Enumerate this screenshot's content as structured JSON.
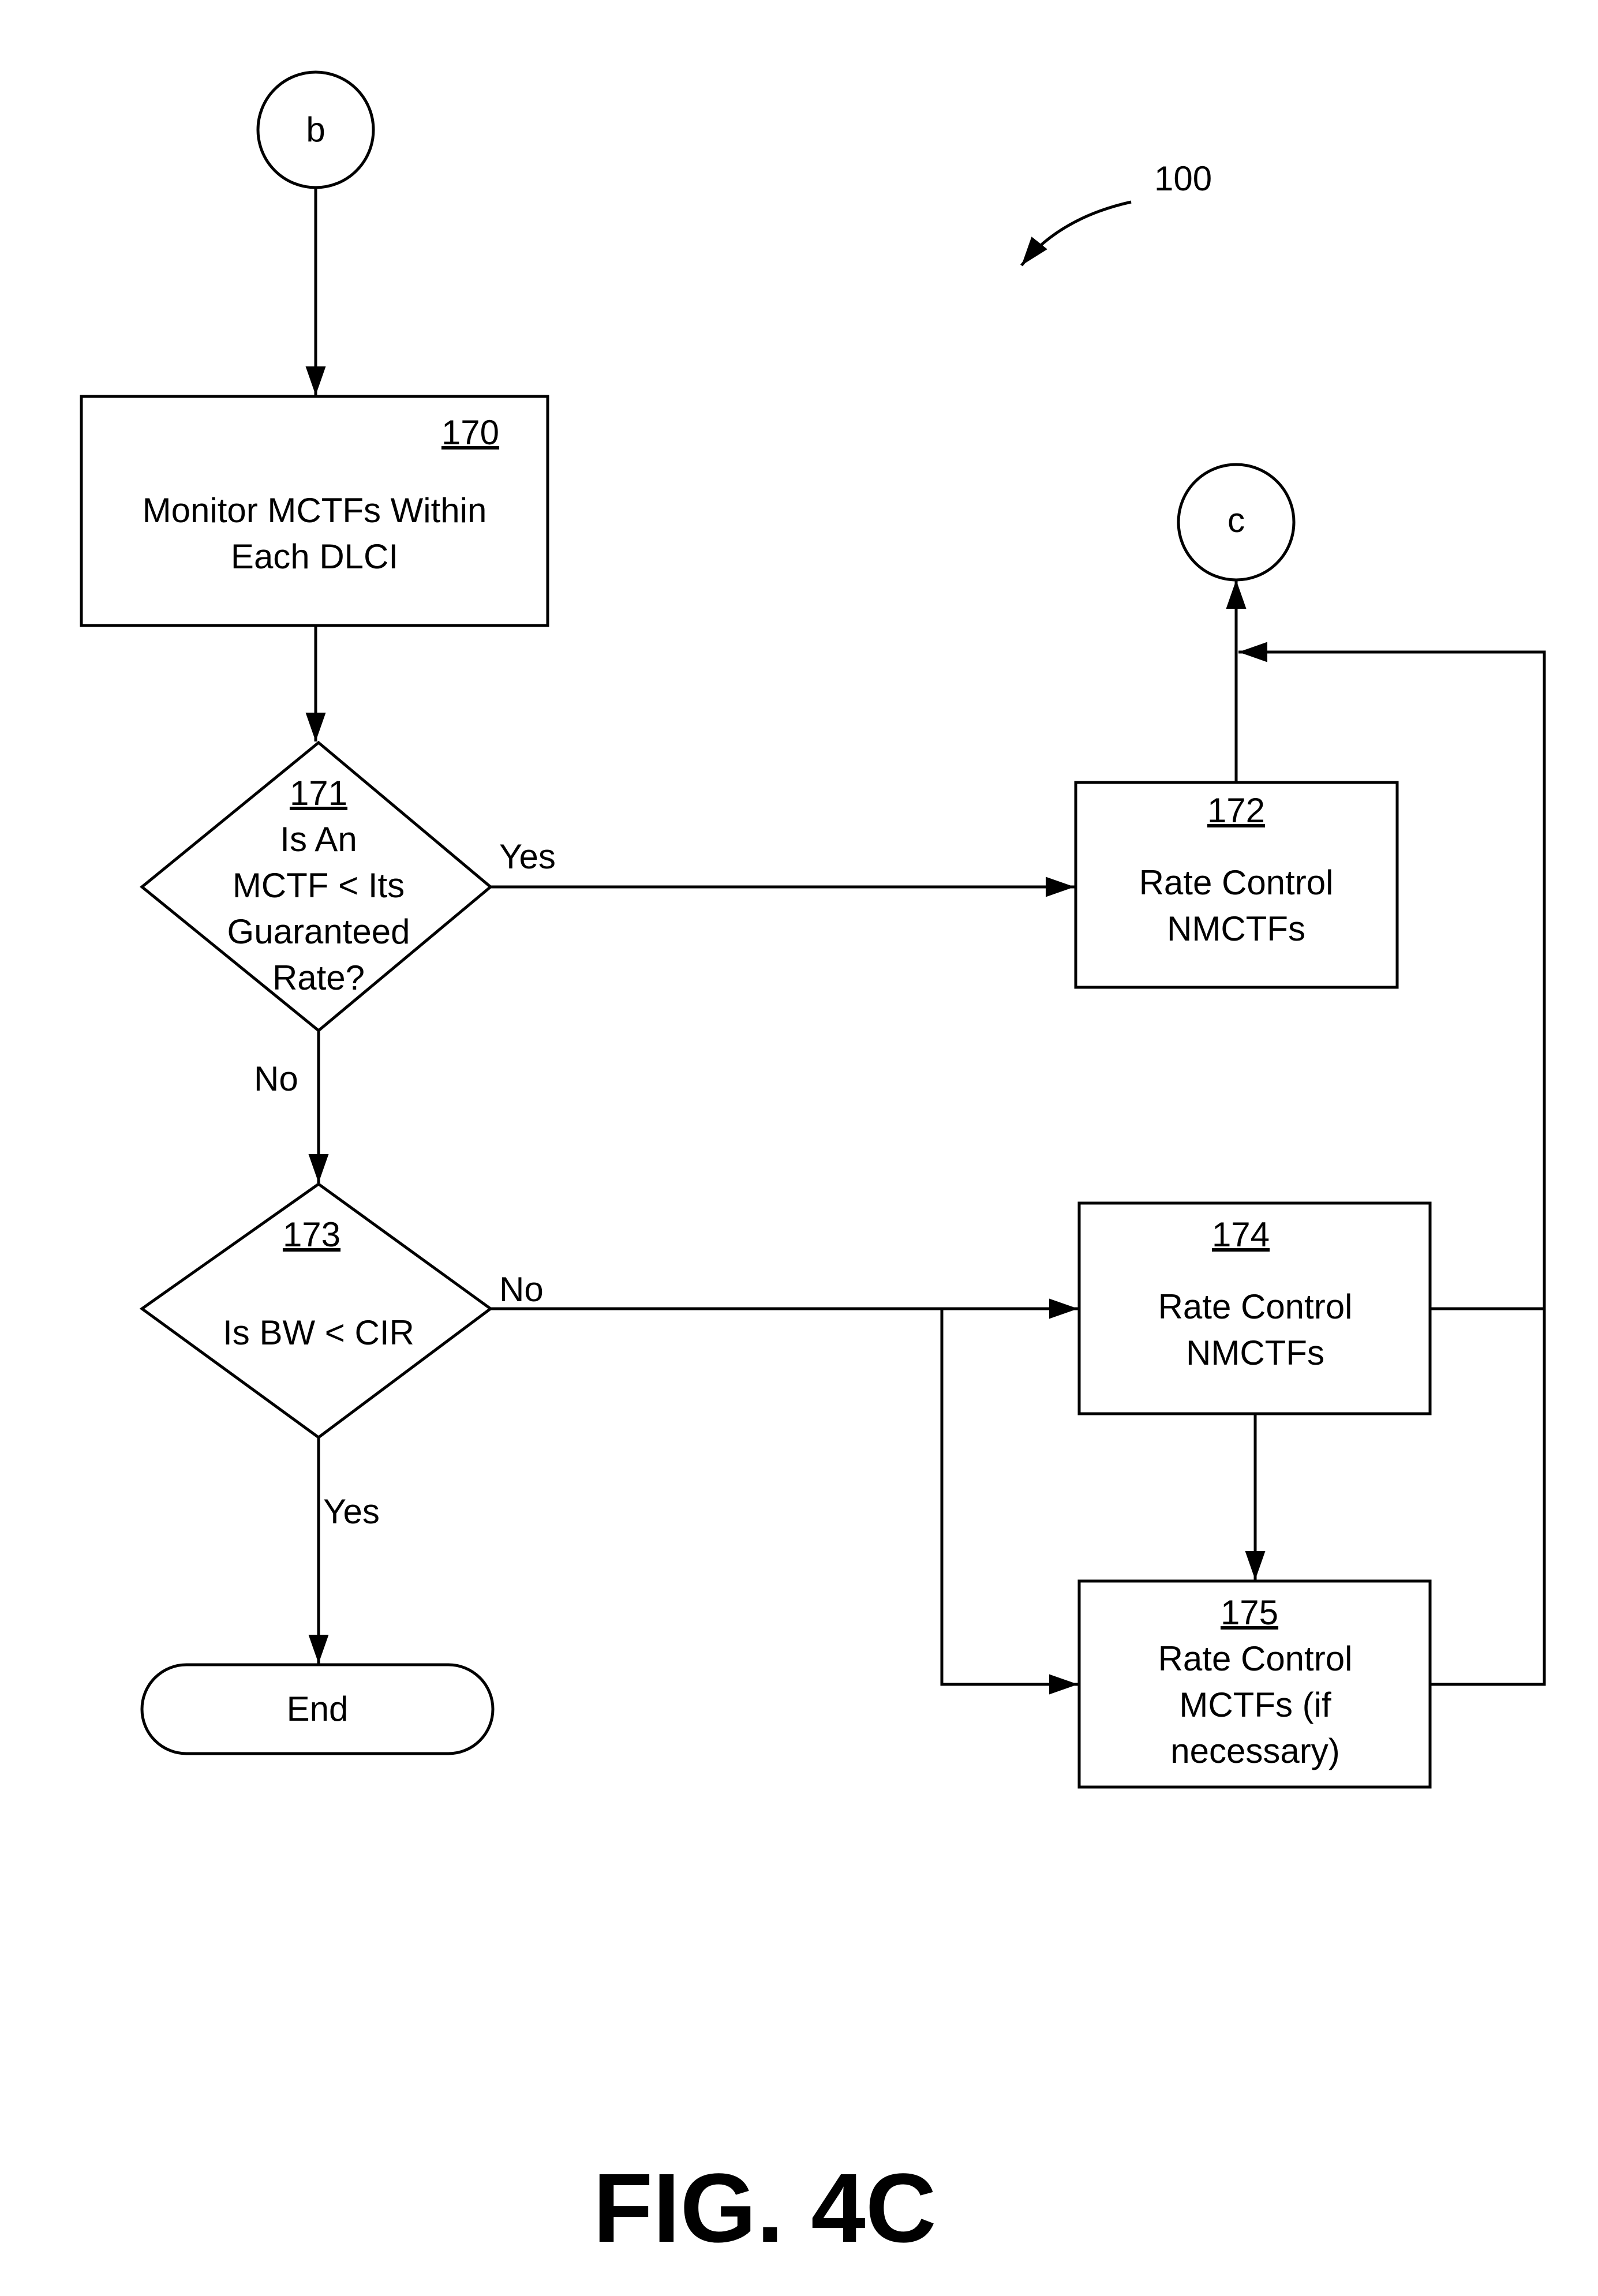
{
  "figure_ref": "100",
  "figure_title": "FIG. 4C",
  "connectors": {
    "b": "b",
    "c": "c"
  },
  "steps": {
    "s170": {
      "num": "170",
      "line1": "Monitor MCTFs Within",
      "line2": "Each DLCI"
    },
    "s171": {
      "num": "171",
      "line1": "Is An",
      "line2": "MCTF < Its",
      "line3": "Guaranteed",
      "line4": "Rate?"
    },
    "s172": {
      "num": "172",
      "line1": "Rate Control",
      "line2": "NMCTFs"
    },
    "s173": {
      "num": "173",
      "line1": "Is BW < CIR"
    },
    "s174": {
      "num": "174",
      "line1": "Rate Control",
      "line2": "NMCTFs"
    },
    "s175": {
      "num": "175",
      "line1": "Rate Control",
      "line2": "MCTFs (if",
      "line3": "necessary)"
    },
    "end": {
      "label": "End"
    }
  },
  "branch_labels": {
    "s171_yes": "Yes",
    "s171_no": "No",
    "s173_no": "No",
    "s173_yes": "Yes"
  }
}
